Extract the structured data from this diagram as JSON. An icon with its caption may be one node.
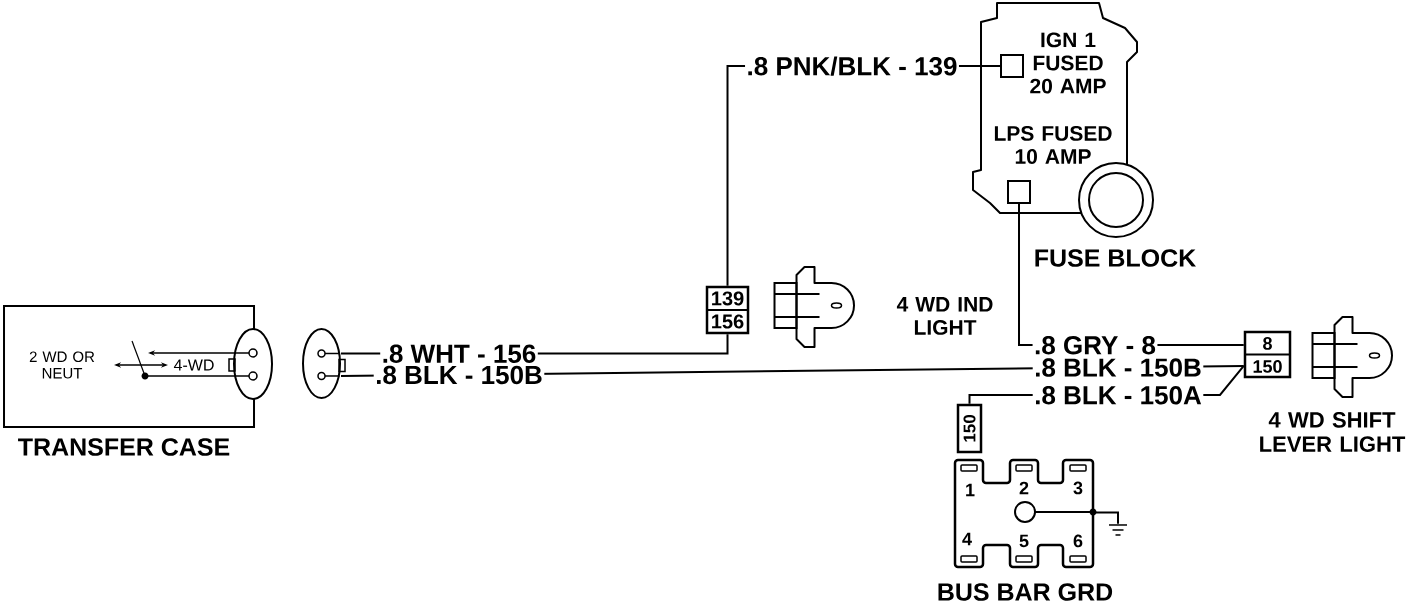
{
  "diagram": {
    "nodes": [
      {
        "text": [
          "2 WD OR NEUT",
          "4-WD",
          "TRANSFER CASE"
        ]
      },
      {
        "text": [],
        "shape": "oval"
      },
      {
        "text": [
          "139",
          "156"
        ]
      },
      {
        "text": [],
        "shape": "picture",
        "beside": [
          "4 WD IND LIGHT"
        ]
      },
      {
        "text": [
          "IGN 1 FUSED 20 AMP",
          "LPS FUSED 10 AMP",
          "FUSE BLOCK"
        ]
      },
      {
        "text": [],
        "shape": "box",
        "in": 4
      },
      {
        "text": [],
        "shape": "box",
        "in": 4
      },
      {
        "text": [
          "8",
          "150"
        ]
      },
      {
        "text": [],
        "shape": "picture",
        "beside": [
          "4 WD SHIFT LEVER LIGHT"
        ]
      },
      {
        "text": [
          "150"
        ]
      },
      {
        "text": [
          "1",
          "2",
          "3",
          "4",
          "5",
          "6",
          "BUS BAR GRD"
        ]
      },
      {
        "text": [],
        "shape": "ground"
      }
    ],
    "edges": [
      {
        "from": 1,
        "to": 2,
        "arrow": "none",
        "label": ".8 WHT - 156"
      },
      {
        "from": 1,
        "to": 7,
        "arrow": "none",
        "label": ".8 BLK - 150B"
      },
      {
        "from": 2,
        "to": 5,
        "arrow": "none",
        "label": ".8 PNK/BLK - 139"
      },
      {
        "from": 6,
        "to": 7,
        "arrow": "none",
        "label": ".8 GRY - 8"
      },
      {
        "from": 9,
        "to": 7,
        "arrow": "none",
        "label": ".8 BLK - 150A"
      },
      {
        "from": 10,
        "to": 11,
        "arrow": "none"
      }
    ],
    "labels": [
      ".8 BLK - 150B"
    ]
  }
}
